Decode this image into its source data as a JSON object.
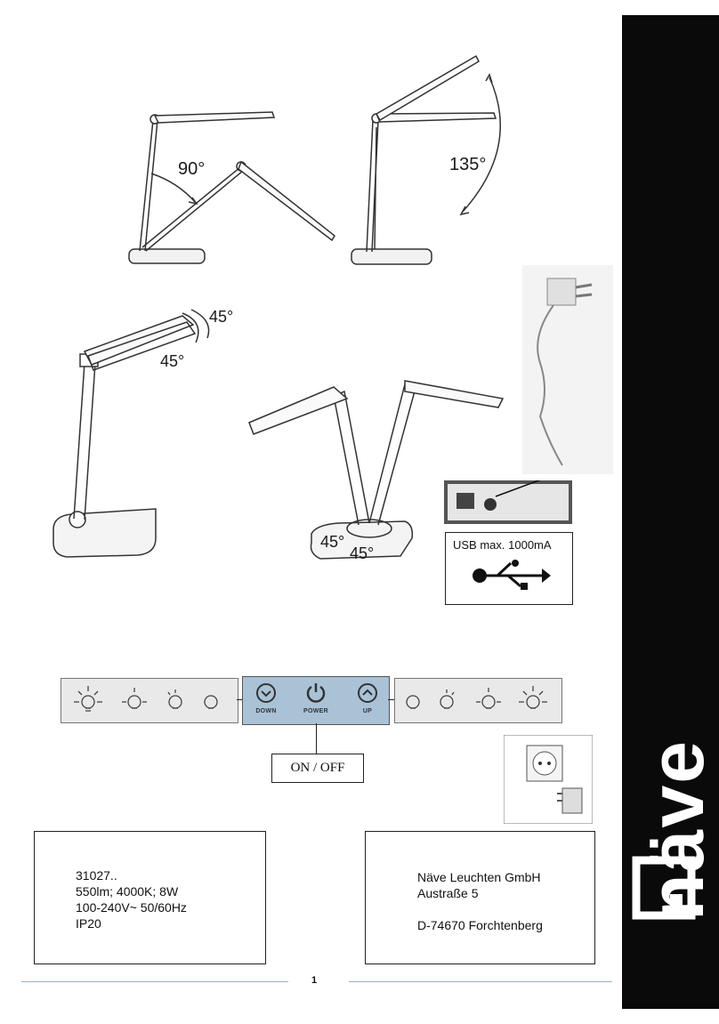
{
  "angles": {
    "fold": "90°",
    "head_tilt": "135°",
    "head_rotate_up": "45°",
    "head_rotate_down": "45°",
    "base_rotate_left": "45°",
    "base_rotate_right": "45°"
  },
  "usb": {
    "label": "USB max. 1000mA"
  },
  "controls": {
    "down_label": "DOWN",
    "power_label": "POWER",
    "up_label": "UP"
  },
  "on_off_label": "ON / OFF",
  "product_info": {
    "lines": [
      "31027..",
      "550lm; 4000K; 8W",
      "100-240V~ 50/60Hz",
      "IP20"
    ]
  },
  "manufacturer": {
    "lines": [
      "Näve Leuchten GmbH",
      "Austraße 5",
      "",
      "D-74670 Forchtenberg"
    ]
  },
  "page_number": "1",
  "brand": {
    "name": "näve"
  },
  "colors": {
    "sidebar": "#0a0a0a",
    "control_panel": "#a9c2d6",
    "footer_line": "#9ab0c9"
  }
}
